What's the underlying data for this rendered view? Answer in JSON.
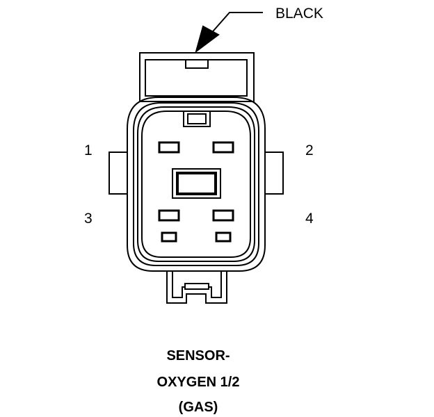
{
  "connector": {
    "color_label": "BLACK",
    "pins": {
      "p1": "1",
      "p2": "2",
      "p3": "3",
      "p4": "4"
    },
    "title": [
      "SENSOR-",
      "OXYGEN 1/2",
      "(GAS)"
    ]
  }
}
